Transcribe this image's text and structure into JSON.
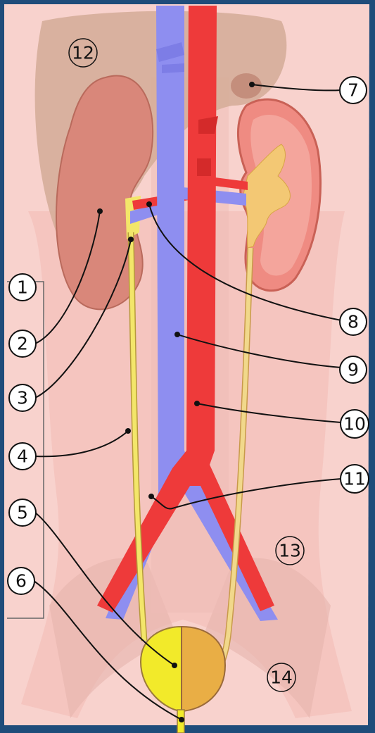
{
  "labels": [
    {
      "id": "1",
      "text": "1"
    },
    {
      "id": "2",
      "text": "2"
    },
    {
      "id": "3",
      "text": "3"
    },
    {
      "id": "4",
      "text": "4"
    },
    {
      "id": "5",
      "text": "5"
    },
    {
      "id": "6",
      "text": "6"
    },
    {
      "id": "7",
      "text": "7"
    },
    {
      "id": "8",
      "text": "8"
    },
    {
      "id": "9",
      "text": "9"
    },
    {
      "id": "10",
      "text": "10"
    },
    {
      "id": "11",
      "text": "11"
    },
    {
      "id": "12",
      "text": "12"
    },
    {
      "id": "13",
      "text": "13"
    },
    {
      "id": "14",
      "text": "14"
    }
  ],
  "colors": {
    "background": "#1f4c7a",
    "body": "#f6c9c4",
    "vein": "#8e8ef0",
    "artery": "#ee3a3a",
    "kidney": "#e98a7d",
    "ureter": "#f3e66a",
    "bladder_left": "#f2ea2a",
    "bladder_right": "#e9ae45",
    "liver": "#c99f8a"
  }
}
